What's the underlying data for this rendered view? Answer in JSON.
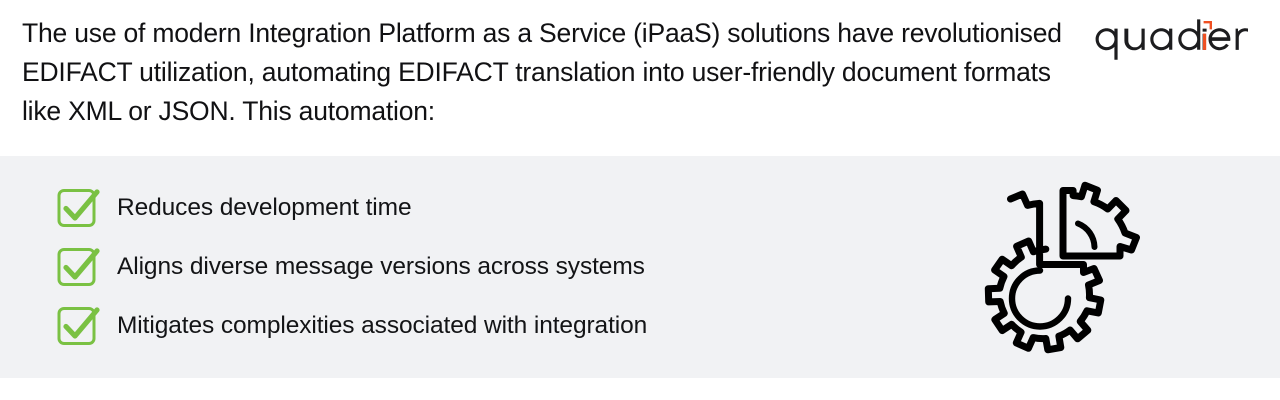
{
  "header": {
    "headline": "The use of modern Integration Platform as a Service (iPaaS) solutions have revolutionised EDIFACT utilization, automating EDIFACT translation into user-friendly document formats like XML or JSON. This automation:",
    "logo": {
      "name": "quadient-logo",
      "wordmark": "quadient",
      "text_color": "#1d1d1f",
      "accent_color": "#ef5022"
    }
  },
  "panel": {
    "background_color": "#f1f2f4",
    "checkmark_color": "#7ac143",
    "items": [
      {
        "icon": "checkbox-checked-icon",
        "label": "Reduces development time"
      },
      {
        "icon": "checkbox-checked-icon",
        "label": "Aligns diverse message versions across systems"
      },
      {
        "icon": "checkbox-checked-icon",
        "label": "Mitigates complexities associated with integration"
      }
    ],
    "illustration": {
      "name": "gear-with-detached-quadrant-icon",
      "stroke_color": "#000000"
    }
  }
}
